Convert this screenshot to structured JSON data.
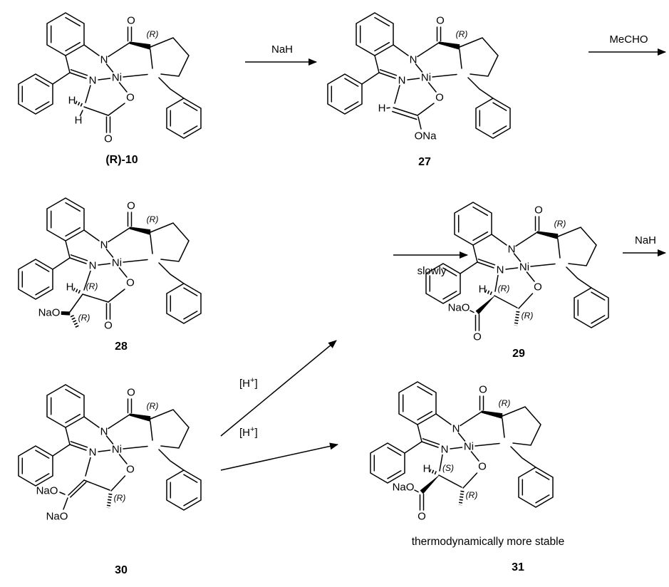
{
  "colors": {
    "ink": "#000000",
    "background": "#ffffff"
  },
  "core_labels": {
    "n": "N",
    "ni": "Ni",
    "n2": "N",
    "o": "O",
    "o2": "O",
    "r": "(R)"
  },
  "structures": {
    "s10": {
      "name": "(R)-10",
      "h1": "H",
      "h2": "H",
      "o": "O"
    },
    "s27": {
      "name": "27",
      "h": "H",
      "ona": "ONa"
    },
    "s28": {
      "name": "28",
      "h": "H",
      "r_alpha": "(R)",
      "nao": "NaO",
      "r_side": "(R)",
      "o": "O"
    },
    "s29": {
      "name": "29",
      "h": "H",
      "r_alpha": "(R)",
      "nao": "NaO",
      "r_side": "(R)",
      "o": "O"
    },
    "s30": {
      "name": "30",
      "nao_top": "NaO",
      "nao_bottom": "NaO",
      "r_side": "(R)"
    },
    "s31": {
      "name": "31",
      "h": "H",
      "s_alpha": "(S)",
      "nao": "NaO",
      "r_side": "(R)",
      "o": "O"
    }
  },
  "arrows": {
    "nah1": "NaH",
    "mecho": "MeCHO",
    "slowly": "slowly",
    "nah2": "NaH",
    "hplus1": {
      "open": "[H",
      "sup": "+",
      "close": "]"
    },
    "hplus2": {
      "open": "[H",
      "sup": "+",
      "close": "]"
    }
  },
  "caption": "thermodynamically more stable"
}
